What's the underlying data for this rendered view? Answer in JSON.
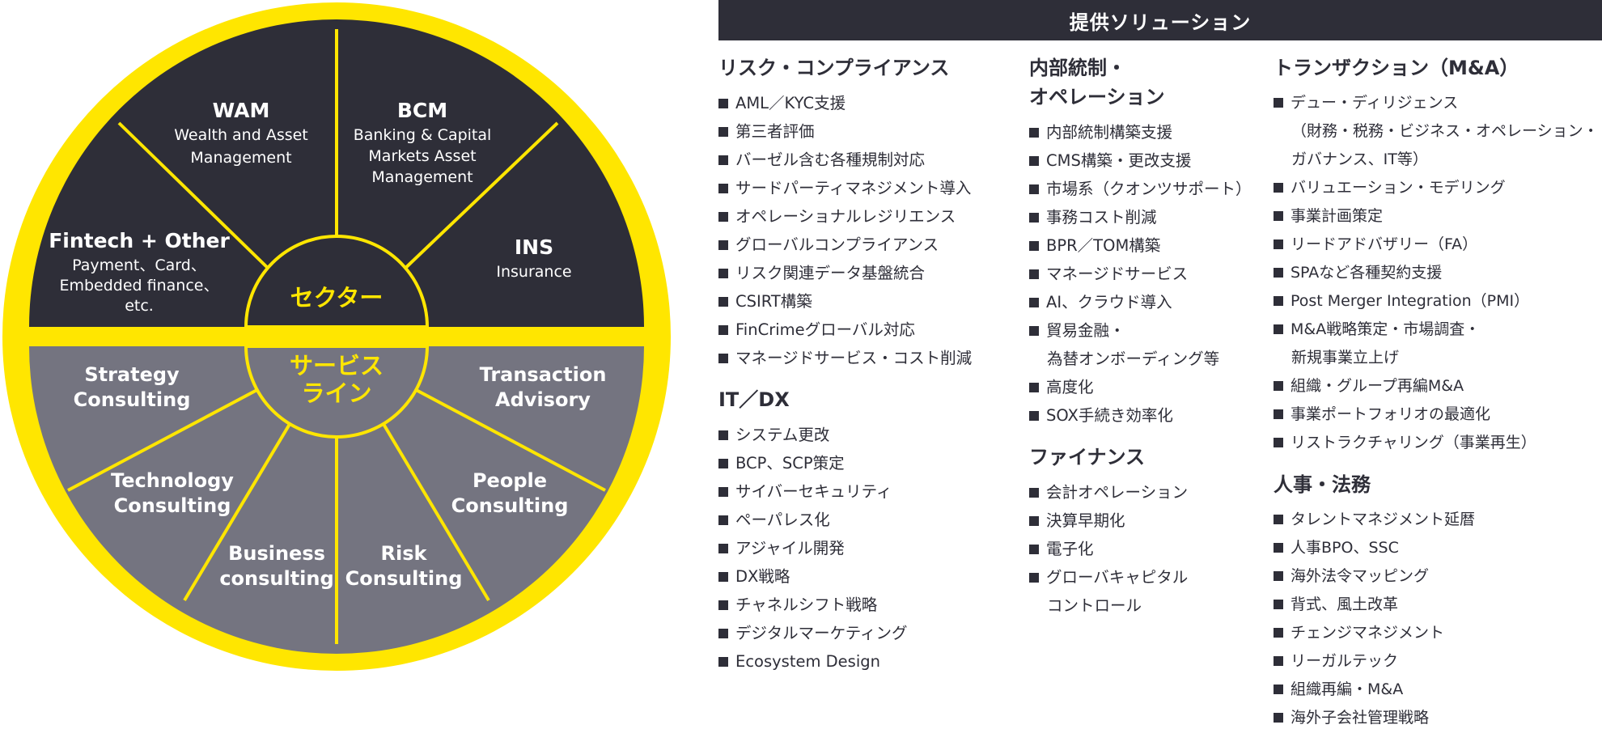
{
  "diagram": {
    "hub_top": "セクター",
    "hub_bottom": [
      "サービス",
      "ライン"
    ],
    "sectors": [
      {
        "title": "WAM",
        "subtitle": [
          "Wealth and Asset",
          "Management"
        ]
      },
      {
        "title": "BCM",
        "subtitle": [
          "Banking & Capital",
          "Markets Asset",
          "Management"
        ]
      },
      {
        "title": "INS",
        "subtitle": [
          "Insurance"
        ]
      },
      {
        "title": "Fintech + Other",
        "subtitle": [
          "Payment、Card、",
          "Embedded finance、",
          "etc."
        ]
      }
    ],
    "service_lines": [
      {
        "lines": [
          "Strategy",
          "Consulting"
        ]
      },
      {
        "lines": [
          "Technology",
          "Consulting"
        ]
      },
      {
        "lines": [
          "Business",
          "consulting"
        ]
      },
      {
        "lines": [
          "Risk",
          "Consulting"
        ]
      },
      {
        "lines": [
          "People",
          "Consulting"
        ]
      },
      {
        "lines": [
          "Transaction",
          "Advisory"
        ]
      }
    ],
    "colors": {
      "yellow": "#ffe600",
      "dark": "#2e2e38",
      "gray": "#747480"
    }
  },
  "solutions": {
    "header": "提供ソリューション",
    "columns": [
      [
        {
          "title": "リスク・コンプライアンス",
          "items": [
            "AML／KYC支援",
            "第三者評価",
            "バーゼル含む各種規制対応",
            "サードパーティマネジメント導入",
            "オペレーショナルレジリエンス",
            "グローバルコンプライアンス",
            "リスク関連データ基盤統合",
            "CSIRT構築",
            "FinCrimeグローバル対応",
            "マネージドサービス・コスト削減"
          ]
        },
        {
          "title": "IT／DX",
          "items": [
            "システム更改",
            "BCP、SCP策定",
            "サイバーセキュリティ",
            "ペーパレス化",
            "アジャイル開発",
            "DX戦略",
            "チャネルシフト戦略",
            "デジタルマーケティング",
            "Ecosystem Design"
          ]
        }
      ],
      [
        {
          "title": "内部統制・\nオペレーション",
          "items": [
            "内部統制構築支援",
            "CMS構築・更改支援",
            "市場系（クオンツサポート）",
            "事務コスト削減",
            "BPR／TOM構築",
            "マネージドサービス",
            "AI、クラウド導入",
            "貿易金融・\n為替オンボーディング等",
            "高度化",
            "SOX手続き効率化"
          ]
        },
        {
          "title": "ファイナンス",
          "items": [
            "会計オペレーション",
            "決算早期化",
            "電子化",
            "グローバキャピタル\nコントロール"
          ]
        }
      ],
      [
        {
          "title": "トランザクション（M&A）",
          "items": [
            "デュー・ディリジェンス\n（財務・税務・ビジネス・オペレーション・\nガバナンス、IT等）",
            "バリュエーション・モデリング",
            "事業計画策定",
            "リードアドバザリー（FA）",
            "SPAなど各種契約支援",
            "Post Merger Integration（PMI）",
            "M&A戦略策定・市場調査・\n新規事業立上げ",
            "組織・グループ再編M&A",
            "事業ポートフォリオの最適化",
            "リストラクチャリング（事業再生）"
          ]
        },
        {
          "title": "人事・法務",
          "items": [
            "タレントマネジメント延暦",
            "人事BPO、SSC",
            "海外法令マッピング",
            "背式、風土改革",
            "チェンジマネジメント",
            "リーガルテック",
            "組織再編・M&A",
            "海外子会社管理戦略"
          ]
        }
      ]
    ]
  }
}
